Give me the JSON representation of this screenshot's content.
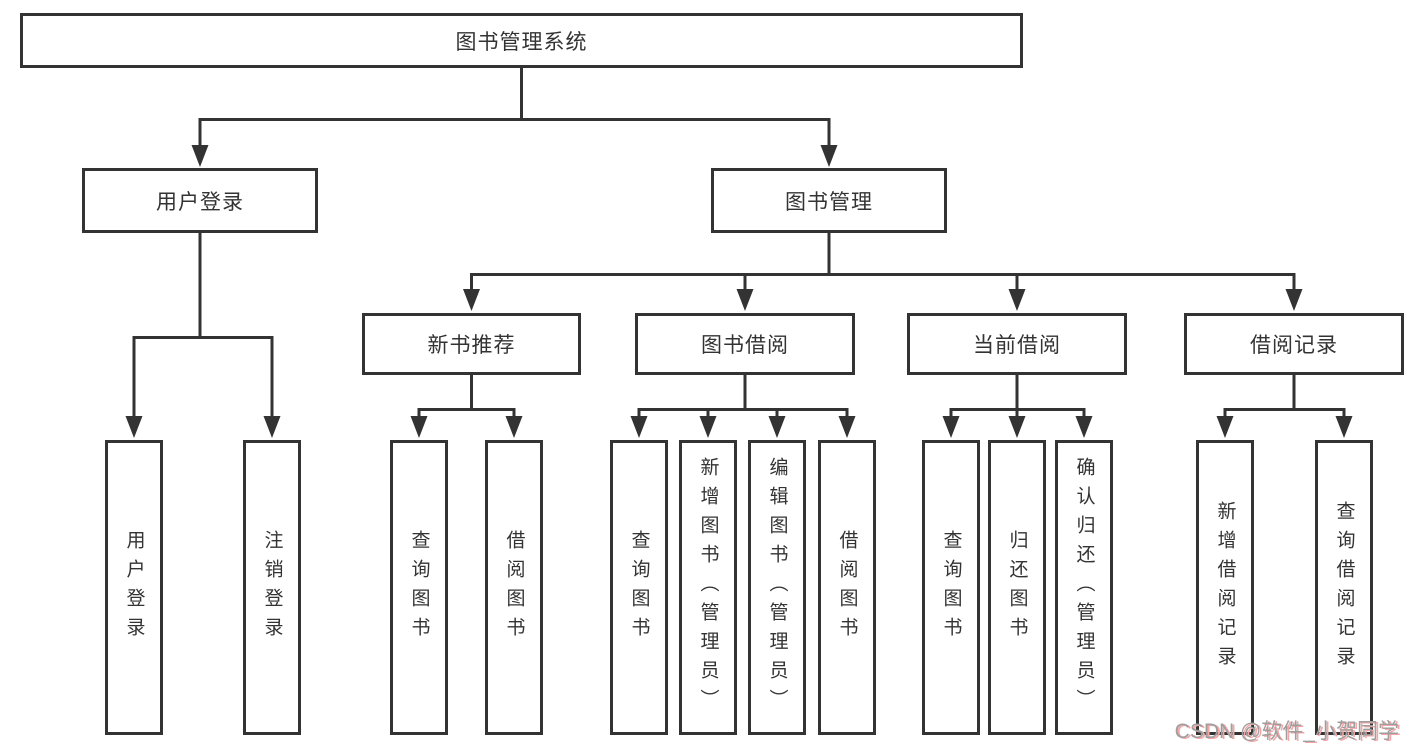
{
  "diagram": {
    "title": "图书管理系统",
    "root": {
      "label": "图书管理系统"
    },
    "branches": [
      {
        "label": "用户登录",
        "leaves": [
          "用户登录",
          "注销登录"
        ]
      },
      {
        "label": "图书管理",
        "children": [
          {
            "label": "新书推荐",
            "leaves": [
              "查询图书",
              "借阅图书"
            ]
          },
          {
            "label": "图书借阅",
            "leaves": [
              "查询图书",
              "新增图书（管理员）",
              "编辑图书（管理员）",
              "借阅图书"
            ]
          },
          {
            "label": "当前借阅",
            "leaves": [
              "查询图书",
              "归还图书",
              "确认归还（管理员）"
            ]
          },
          {
            "label": "借阅记录",
            "leaves": [
              "新增借阅记录",
              "查询借阅记录"
            ]
          }
        ]
      }
    ],
    "watermark": "CSDN @软件_小贺同学",
    "colors": {
      "line": "#333333",
      "text": "#333333",
      "box_fill": "#ffffff",
      "background": "#ffffff",
      "watermark_gray": "#9e9e9e",
      "watermark_shadow_red": "#f2a6a6"
    }
  }
}
